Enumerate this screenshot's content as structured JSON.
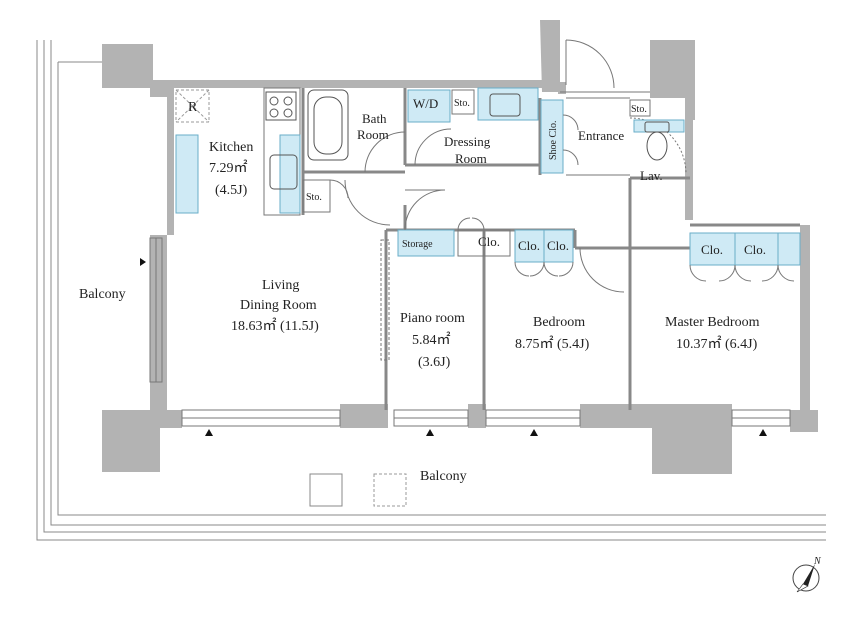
{
  "colors": {
    "wall": "#b3b3b3",
    "fixture": "#cfeaf5",
    "fixture_stroke": "#6aaec8",
    "line": "#666666",
    "text": "#222222"
  },
  "rooms": {
    "kitchen": {
      "name": "Kitchen",
      "area": "7.29㎡",
      "jo": "(4.5J)"
    },
    "ldk": {
      "name1": "Living",
      "name2": "Dining Room",
      "area": "18.63㎡ (11.5J)"
    },
    "piano": {
      "name": "Piano room",
      "area": "5.84㎡",
      "jo": "(3.6J)"
    },
    "bedroom": {
      "name": "Bedroom",
      "area": "8.75㎡ (5.4J)"
    },
    "master": {
      "name": "Master Bedroom",
      "area": "10.37㎡ (6.4J)"
    },
    "bath": {
      "name1": "Bath",
      "name2": "Room"
    },
    "dressing": {
      "name1": "Dressing",
      "name2": "Room"
    },
    "entrance": "Entrance",
    "lav": "Lav.",
    "wd": "W/D",
    "refrigerator": "R",
    "storage": "Storage",
    "sto": "Sto.",
    "clo": "Clo.",
    "shoe_clo": "Shoe Clo."
  },
  "balcony_label": "Balcony",
  "north": "N",
  "icons": [
    "stove-icon",
    "bathtub-icon",
    "toilet-icon",
    "sink-icon",
    "north-arrow-icon"
  ]
}
